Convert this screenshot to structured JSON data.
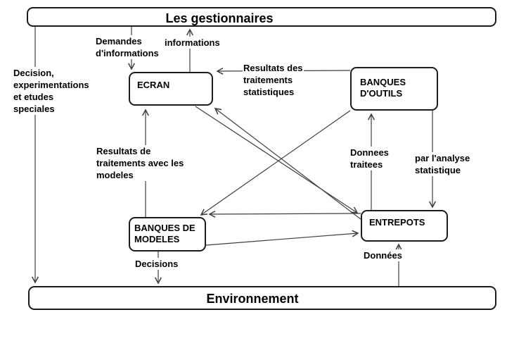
{
  "diagram": {
    "colors": {
      "background": "#ffffff",
      "line": "#3f3f3f",
      "box_border": "#1c1c1c",
      "text": "#000000"
    },
    "nodes": {
      "gestionnaires": {
        "label": "Les gestionnaires"
      },
      "ecran": {
        "label": "ECRAN"
      },
      "banques_outils": {
        "label": "BANQUES\nD'OUTILS"
      },
      "banques_modeles": {
        "label": "BANQUES DE\nMODELES"
      },
      "entrepots": {
        "label": "ENTREPOTS"
      },
      "environnement": {
        "label": "Environnement"
      }
    },
    "edge_labels": {
      "demandes": "Demandes\nd'informations",
      "informations": "informations",
      "resultats_stat": "Resultats des\ntraitements\nstatistiques",
      "decision": "Decision,\nexperimentations\net etudes\nspeciales",
      "resultats_modeles": "Resultats de\ntraitements avec les\nmodeles",
      "donnees_traitees": "Donnees\ntraitees",
      "analyse": "par l'analyse\nstatistique",
      "decisions": "Decisions",
      "donnees": "Données"
    }
  }
}
